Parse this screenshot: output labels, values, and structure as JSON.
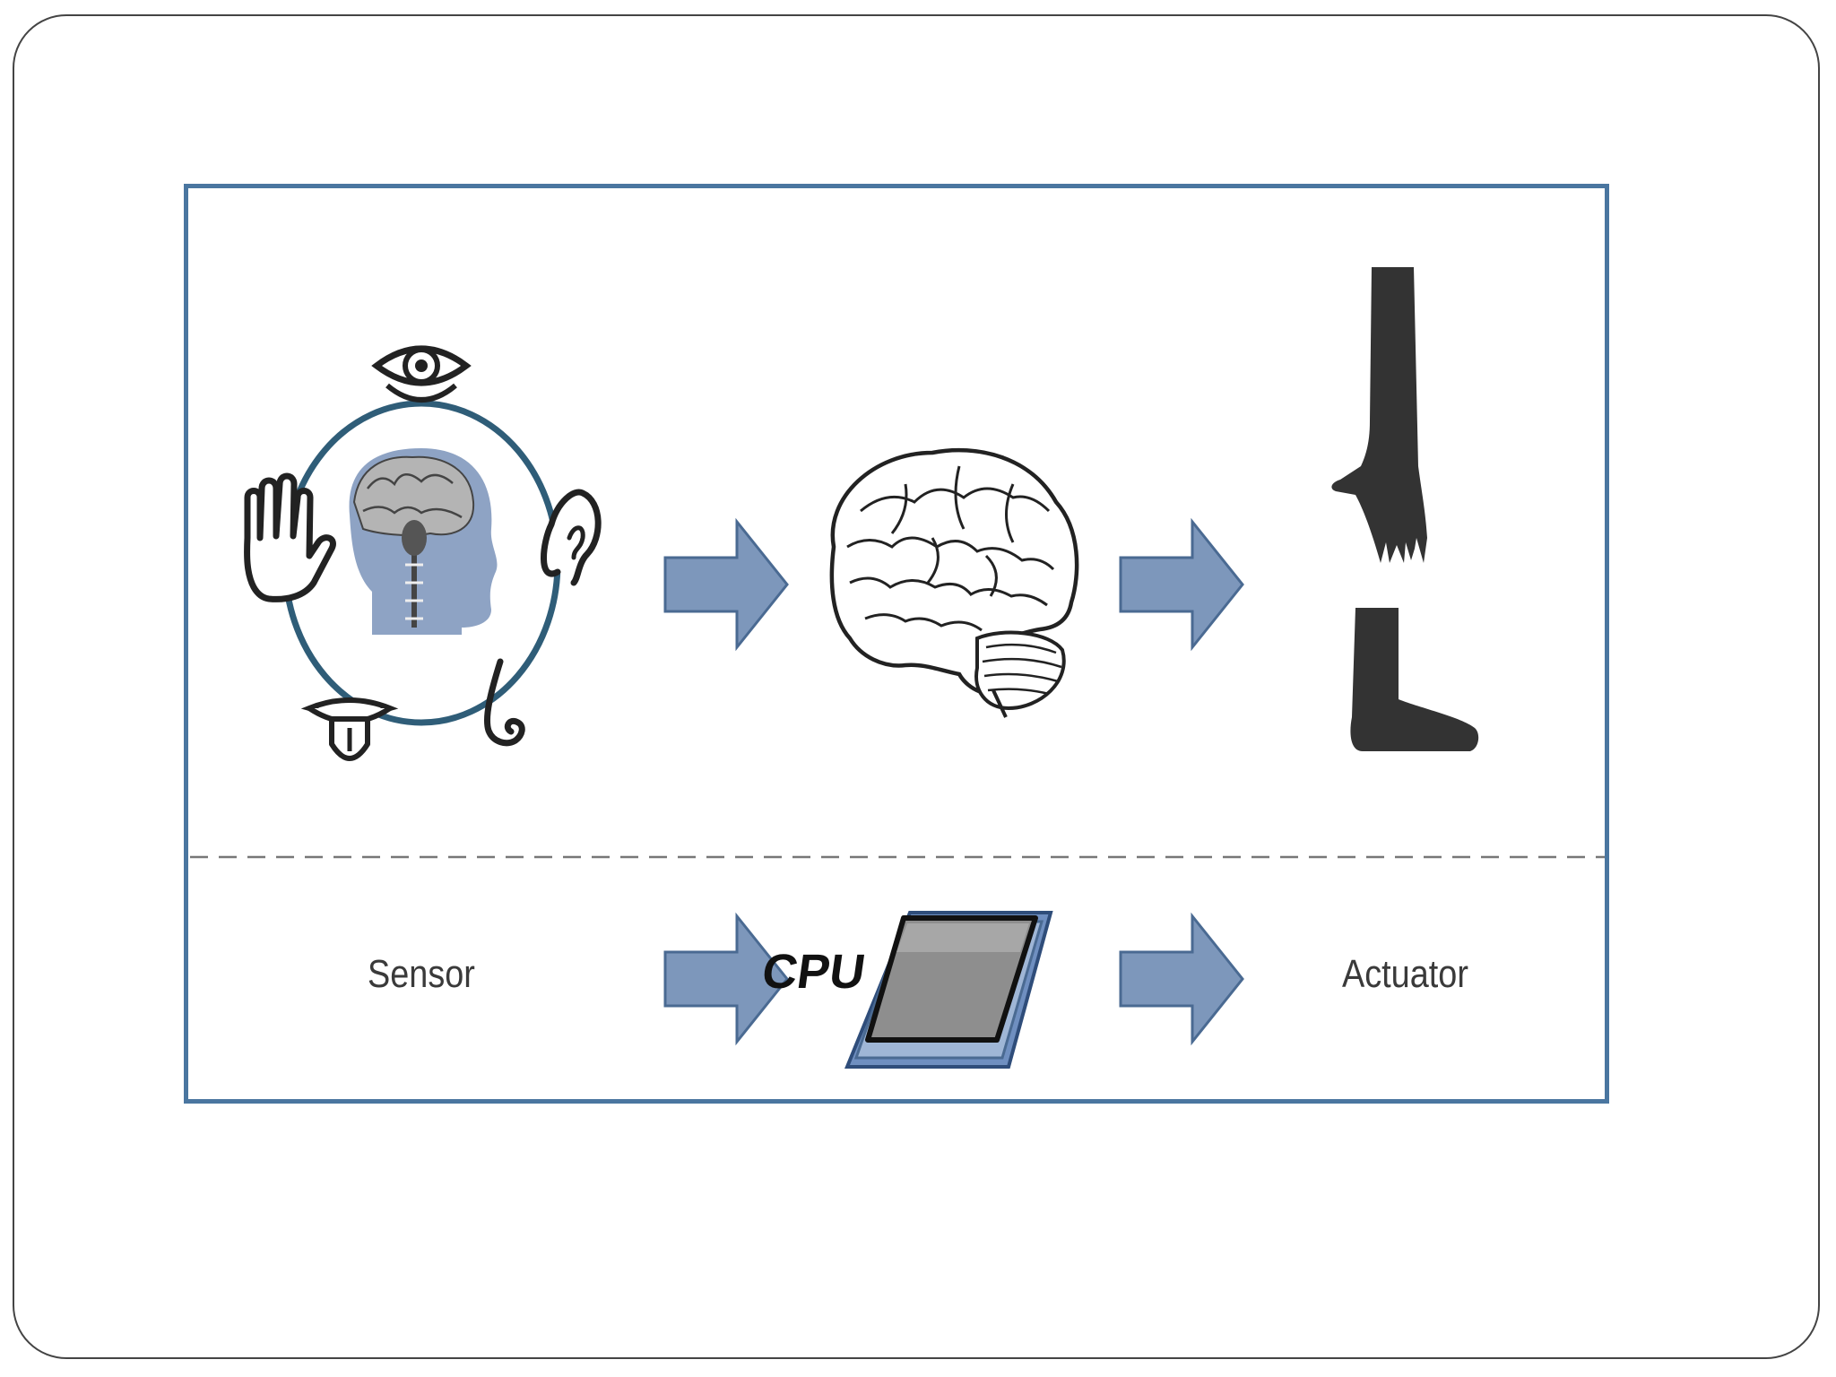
{
  "colors": {
    "frame_border": "#444444",
    "box_border": "#4a76a0",
    "arrow_fill": "#7d97bb",
    "arrow_stroke": "#4a6a92",
    "circle_stroke": "#2f5d78",
    "silhouette": "#333333",
    "head_fill": "#8ea3c4",
    "cpu_base": "#6f8fc0",
    "cpu_chip": "#8e8e8e"
  },
  "icons": {
    "senses": [
      "eye-icon",
      "ear-icon",
      "nose-icon",
      "tongue-icon",
      "hand-icon",
      "head-brain-icon"
    ],
    "processor": "brain-icon",
    "effectors": [
      "arm-hand-icon",
      "foot-icon"
    ]
  },
  "bottom_row": {
    "sensor_label": "Sensor",
    "cpu_label": "CPU",
    "actuator_label": "Actuator"
  }
}
